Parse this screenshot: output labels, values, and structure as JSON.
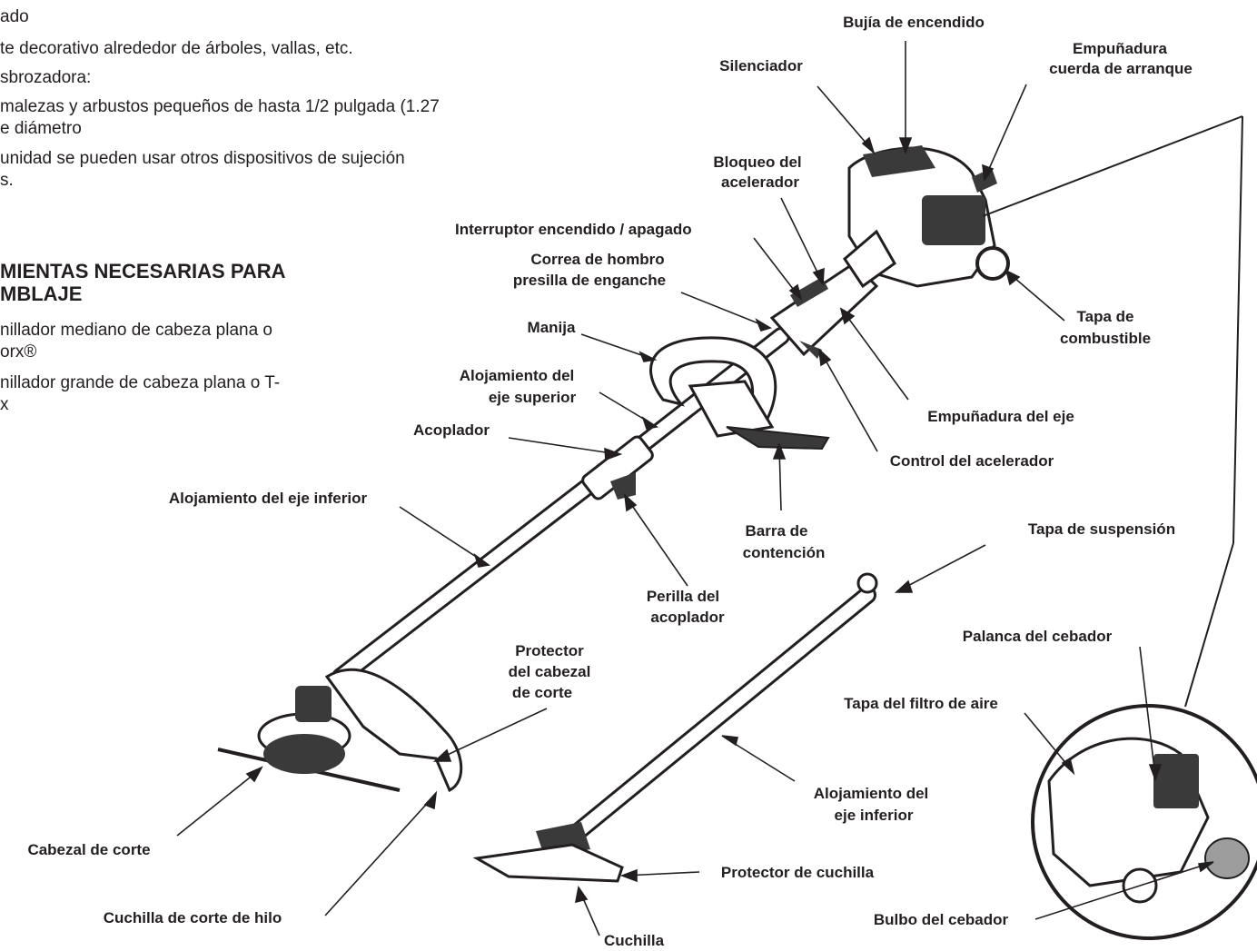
{
  "manual_text": {
    "line1": "ado",
    "line2": "te decorativo alrededor de árboles, vallas, etc.",
    "line3": "sbrozadora:",
    "line4": "malezas y arbustos pequeños de hasta 1/2 pulgada (1.27",
    "line5": "e diámetro",
    "line6": "unidad se pueden usar otros dispositivos de sujeción",
    "line7": "s."
  },
  "tools_section": {
    "heading_line1": "MIENTAS NECESARIAS PARA",
    "heading_line2": "MBLAJE",
    "item1_line1": "nillador mediano de cabeza plana o",
    "item1_line2": "orx®",
    "item2_line1": "nillador grande de cabeza plana o T-",
    "item2_line2": "x"
  },
  "labels": {
    "spark_plug": "Bujía de encendido",
    "muffler": "Silenciador",
    "starter_handle_1": "Empuñadura",
    "starter_handle_2": "cuerda de arranque",
    "throttle_lock_1": "Bloqueo del",
    "throttle_lock_2": "acelerador",
    "on_off_switch": "Interruptor encendido / apagado",
    "strap_clip_1": "Correa de hombro",
    "strap_clip_2": "presilla de enganche",
    "handle": "Manija",
    "upper_shaft_1": "Alojamiento del",
    "upper_shaft_2": "eje superior",
    "coupler": "Acoplador",
    "lower_shaft": "Alojamiento del eje inferior",
    "fuel_cap_1": "Tapa de",
    "fuel_cap_2": "combustible",
    "shaft_grip": "Empuñadura del eje",
    "throttle_control": "Control del acelerador",
    "barrier_bar_1": "Barra de",
    "barrier_bar_2": "contención",
    "hang_cap": "Tapa de suspensión",
    "coupler_knob_1": "Perilla del",
    "coupler_knob_2": "acoplador",
    "head_guard_1": "Protector",
    "head_guard_2": "del cabezal",
    "head_guard_3": "de corte",
    "choke_lever": "Palanca del cebador",
    "air_filter_cover": "Tapa del filtro de aire",
    "lower_shaft_2a": "Alojamiento del",
    "lower_shaft_2b": "eje inferior",
    "cutting_head": "Cabezal de corte",
    "blade_guard": "Protector de cuchilla",
    "line_cutter_blade": "Cuchilla de corte de hilo",
    "primer_bulb": "Bulbo del cebador",
    "blade": "Cuchilla"
  },
  "colors": {
    "ink": "#231f20",
    "engine_dark": "#3a3a3a",
    "primer_bulb": "#9d9d9d"
  }
}
